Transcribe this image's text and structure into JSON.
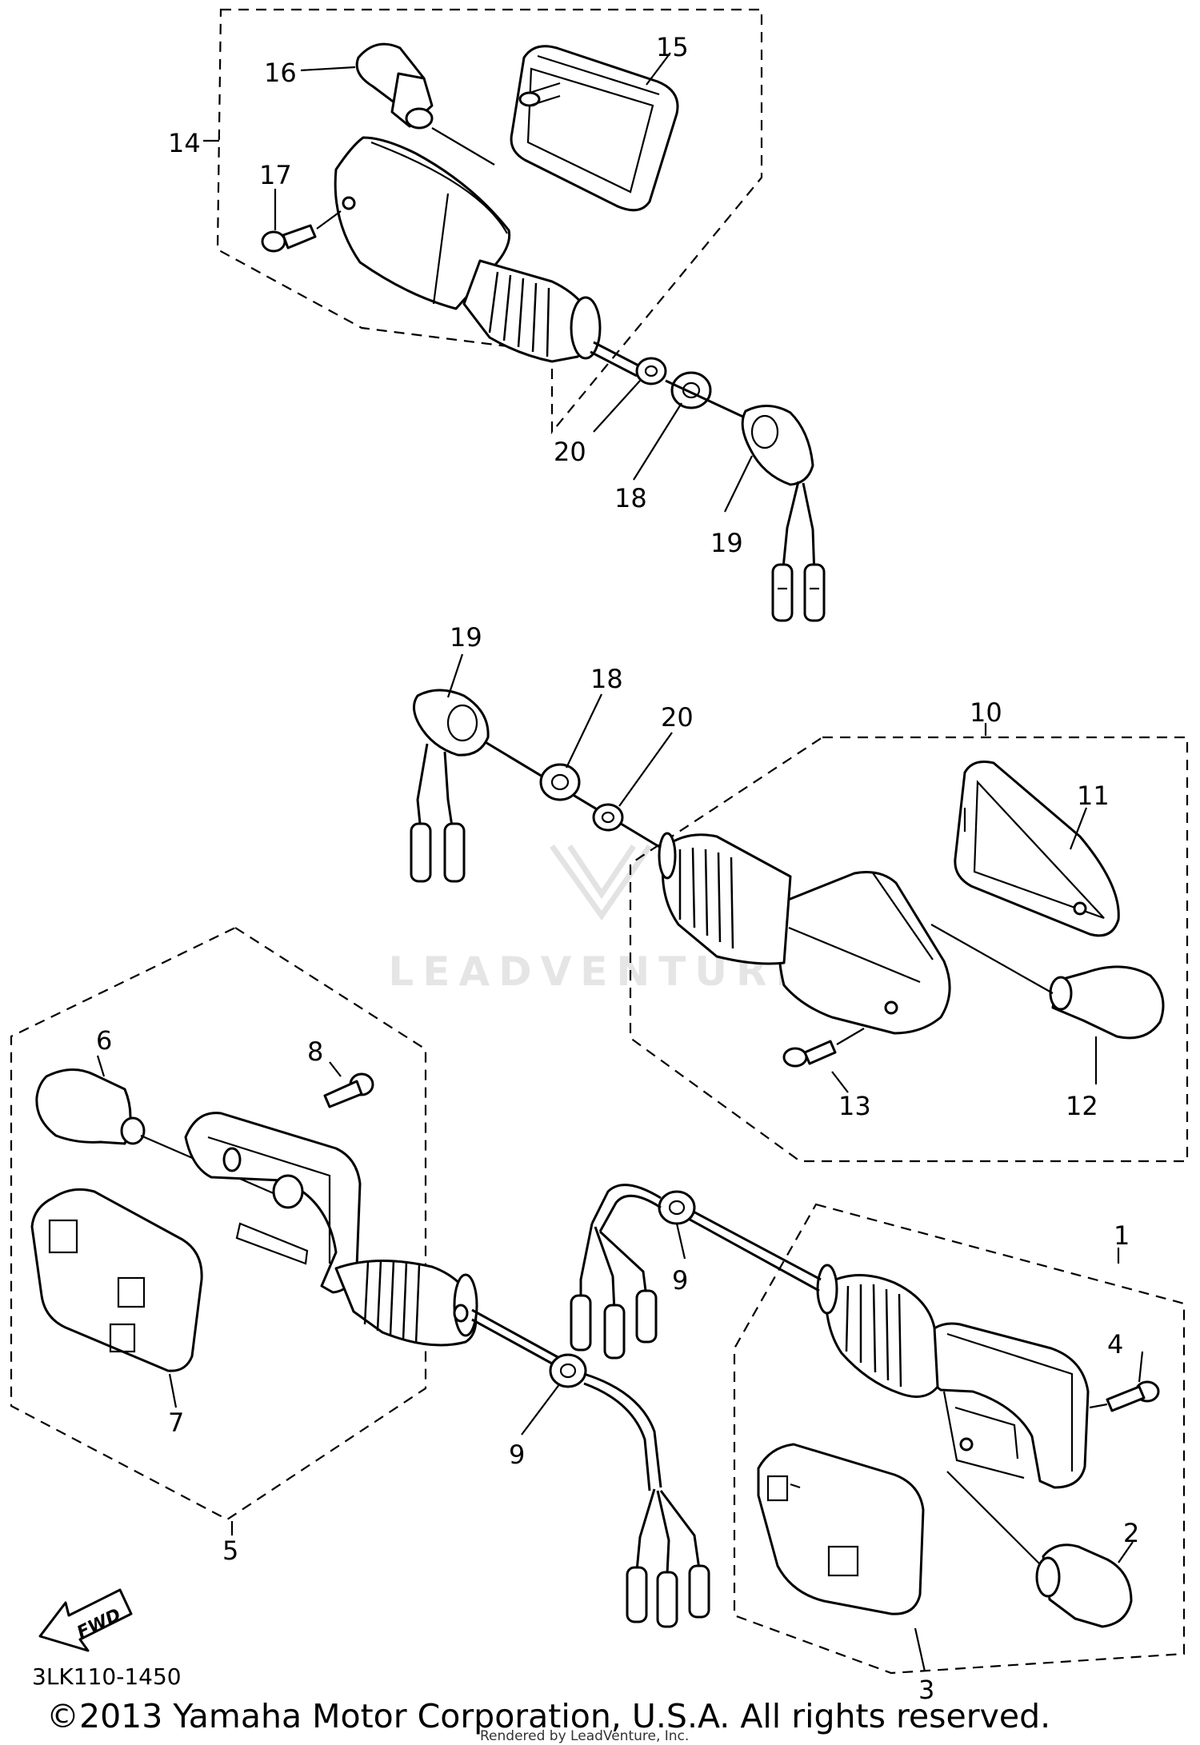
{
  "diagram": {
    "drawing_code": "3LK110-1450",
    "copyright": "©2013 Yamaha Motor Corporation, U.S.A. All rights reserved.",
    "rendered_by": "Rendered by LeadVenture, Inc.",
    "watermark": "LEADVENTURE",
    "fwd_label": "FWD"
  },
  "callouts": {
    "c1": "1",
    "c2": "2",
    "c3": "3",
    "c4": "4",
    "c5": "5",
    "c6": "6",
    "c7": "7",
    "c8": "8",
    "c9a": "9",
    "c9b": "9",
    "c10": "10",
    "c11": "11",
    "c12": "12",
    "c13": "13",
    "c14": "14",
    "c15": "15",
    "c16": "16",
    "c17": "17",
    "c18a": "18",
    "c18b": "18",
    "c19a": "19",
    "c19b": "19",
    "c20a": "20",
    "c20b": "20"
  }
}
